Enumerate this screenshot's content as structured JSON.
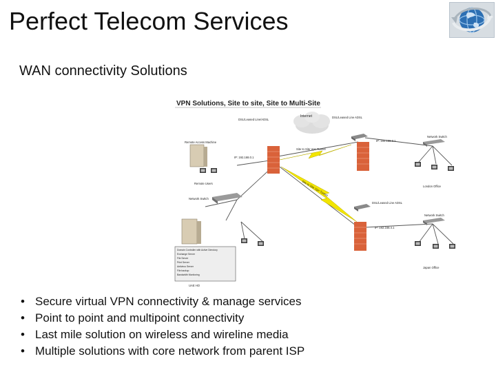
{
  "header": {
    "title": "Perfect Telecom Services",
    "logo_icon": "globe-arrows-icon"
  },
  "subtitle": "WAN connectivity Solutions",
  "diagram": {
    "title": "VPN Solutions, Site to site, Site to Multi-Site",
    "internet_label": "Internet",
    "link_label_left": "DSL/Leased Line/ADSL",
    "link_label_right_top": "DSL/Leased Line ADSL",
    "link_label_right_mid": "DSL/Leased Line ADSL",
    "tunnel_label_1": "Site to Site Vpn Tunnel",
    "tunnel_label_2": "Site to Site Vpn Tunnel",
    "ip_left": "IP: 192.168.0.1",
    "ip_right_top": "IP: 192.168.3.1",
    "ip_right_bottom": "IP: 192.168.4.1",
    "network_switch_left": "Network Switch",
    "network_switch_right_top": "Network Switch",
    "network_switch_right_bottom": "Network Switch",
    "remote_server_label": "Remote Access Machine",
    "remote_user_label": "Remote Users",
    "london_office": "London Office",
    "japan_office": "Japan Office",
    "uae_ho": "UAE HO",
    "server_services": [
      "Domain Controller with Active Directory",
      "Exchange Server",
      "File Server",
      "Print Server",
      "Antivirus Server",
      "File backup",
      "Bandwidth Monitoring"
    ],
    "colors": {
      "firewall": "#d9623a",
      "tunnel": "#f2e500",
      "cloud": "#dcdcdc"
    }
  },
  "bullets": [
    "Secure virtual VPN connectivity & manage services",
    "Point to point and multipoint connectivity",
    "Last mile solution on wireless and wireline media",
    "Multiple solutions with core network from parent ISP"
  ]
}
